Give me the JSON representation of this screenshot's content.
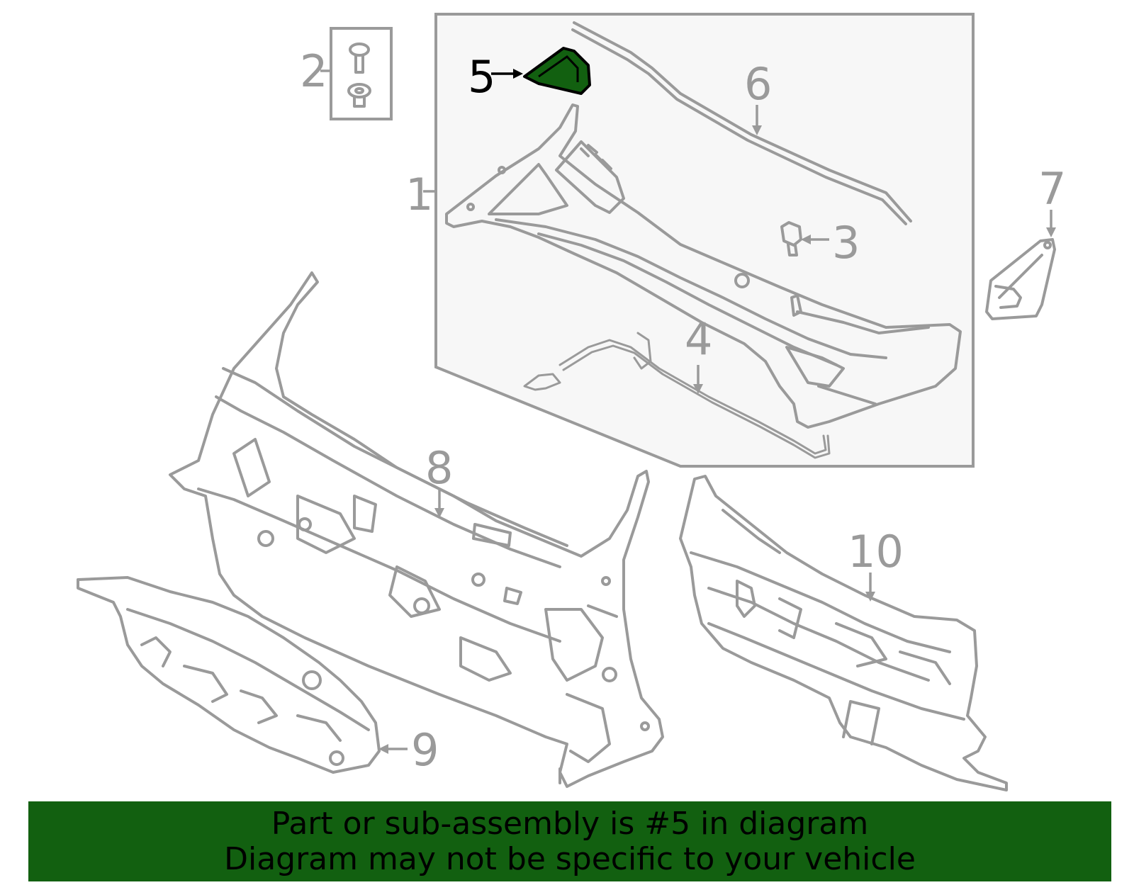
{
  "colors": {
    "highlight_fill": "#126010",
    "banner_bg": "#126010",
    "line_gray": "#9a9a9a",
    "assembly_box_bg": "#f7f7f7"
  },
  "callouts": [
    {
      "id": "1",
      "label": "1"
    },
    {
      "id": "2",
      "label": "2"
    },
    {
      "id": "3",
      "label": "3"
    },
    {
      "id": "4",
      "label": "4"
    },
    {
      "id": "5",
      "label": "5",
      "highlighted": true
    },
    {
      "id": "6",
      "label": "6"
    },
    {
      "id": "7",
      "label": "7"
    },
    {
      "id": "8",
      "label": "8"
    },
    {
      "id": "9",
      "label": "9"
    },
    {
      "id": "10",
      "label": "10"
    }
  ],
  "banner": {
    "line1": "Part or sub-assembly is #5 in diagram",
    "line2": "Diagram may not be specific to your vehicle"
  }
}
